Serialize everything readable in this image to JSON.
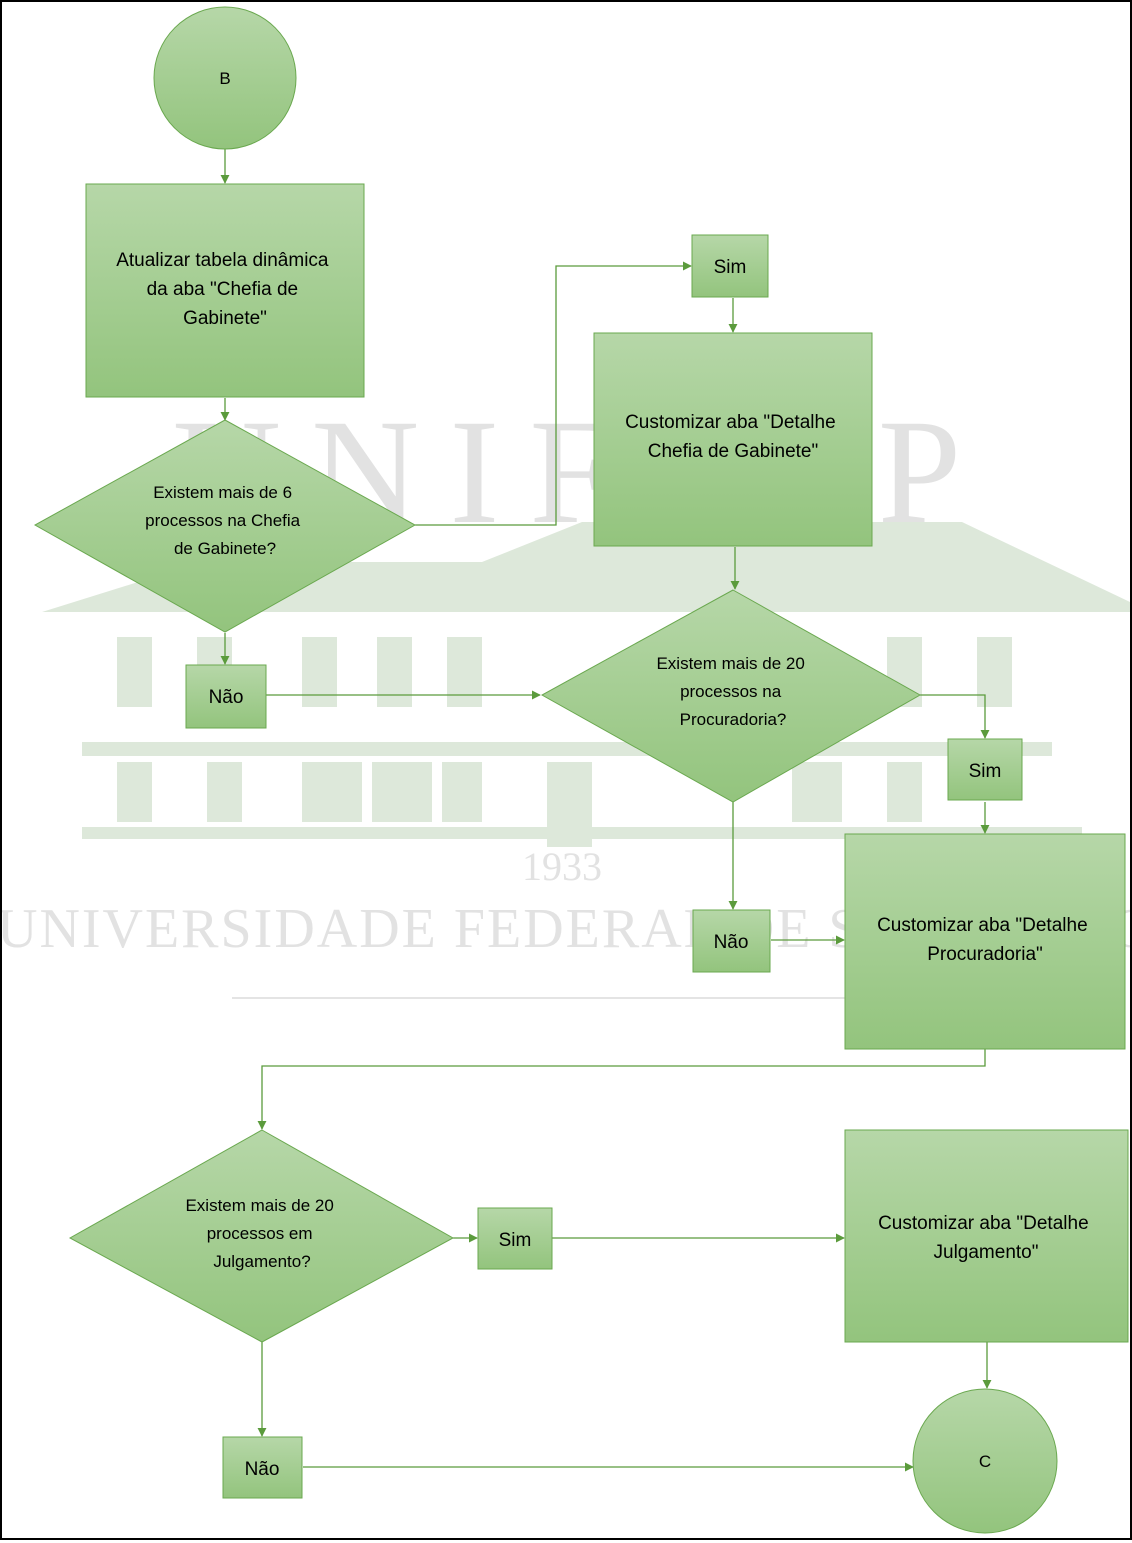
{
  "watermark": {
    "letters": "UNIFESP",
    "institution": "UNIVERSIDADE FEDERAL DE SÃO PAULO",
    "year": "1933"
  },
  "nodes": {
    "start": "B",
    "update_pivot": [
      "Atualizar tabela dinâmica",
      "da aba \"Chefia de",
      "Gabinete\""
    ],
    "decision_chefia": [
      "Existem mais de 6",
      "processos na Chefia",
      "de Gabinete?"
    ],
    "sim_chefia": "Sim",
    "nao_chefia": "Não",
    "customize_chefia": [
      "Customizar aba \"Detalhe",
      "Chefia de Gabinete\""
    ],
    "decision_procuradoria": [
      "Existem mais de 20",
      "processos na",
      "Procuradoria?"
    ],
    "sim_procuradoria": "Sim",
    "nao_procuradoria": "Não",
    "customize_procuradoria": [
      "Customizar aba \"Detalhe",
      "Procuradoria\""
    ],
    "decision_julgamento": [
      "Existem mais de 20",
      "processos em",
      "Julgamento?"
    ],
    "sim_julgamento": "Sim",
    "nao_julgamento": "Não",
    "customize_julgamento": [
      "Customizar aba \"Detalhe",
      "Julgamento\""
    ],
    "end": "C"
  },
  "colors": {
    "fill_top": "#b6d7a8",
    "fill_bottom": "#93c47d",
    "stroke": "#6aa84f",
    "edge": "#5b9b3c",
    "watermark": "#dde8da"
  }
}
